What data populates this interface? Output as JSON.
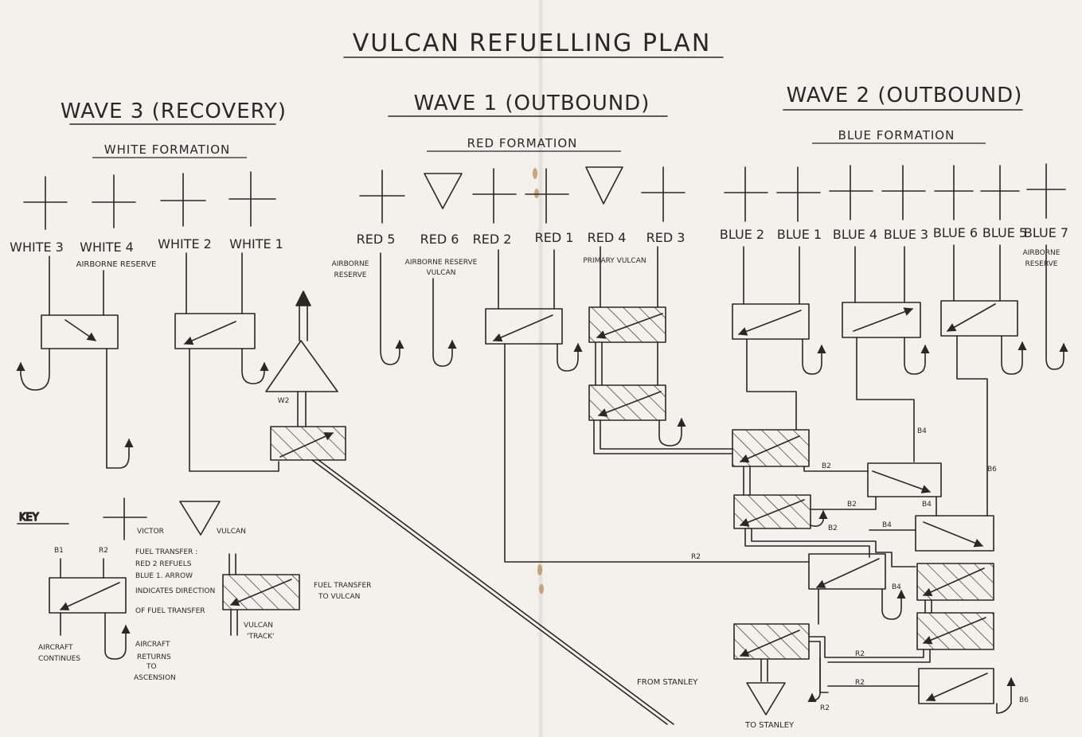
{
  "title": "VULCAN REFUELLING PLAN",
  "waves": {
    "wave3": {
      "title": "WAVE 3 (RECOVERY)",
      "formation": "WHITE FORMATION"
    },
    "wave1": {
      "title": "WAVE 1 (OUTBOUND)",
      "formation": "RED FORMATION"
    },
    "wave2": {
      "title": "WAVE 2 (OUTBOUND)",
      "formation": "BLUE FORMATION"
    }
  },
  "aircraft_labels": {
    "white3": "WHITE 3",
    "white4": "WHITE 4",
    "white2": "WHITE 2",
    "white1": "WHITE 1",
    "red5": "RED 5",
    "red6": "RED 6",
    "red2": "RED 2",
    "red1": "RED 1",
    "red4": "RED 4",
    "red3": "RED 3",
    "blue2": "BLUE 2",
    "blue1": "BLUE 1",
    "blue4": "BLUE 4",
    "blue3": "BLUE 3",
    "blue6": "BLUE 6",
    "blue5": "BLUE 5",
    "blue7": "BLUE 7"
  },
  "annotations": {
    "airborne_reserve_white": "AIRBORNE RESERVE",
    "airborne_reserve_red_1": "AIRBORNE",
    "airborne_reserve_red_2": "RESERVE",
    "airborne_reserve_vulcan_1": "AIRBORNE RESERVE",
    "airborne_reserve_vulcan_2": "VULCAN",
    "primary_vulcan": "PRIMARY VULCAN",
    "airborne_reserve_blue_1": "AIRBORNE",
    "airborne_reserve_blue_2": "RESERVE",
    "w2": "W2",
    "from_stanley": "FROM STANLEY",
    "to_stanley": "TO STANLEY"
  },
  "track_labels": {
    "r2_a": "R2",
    "b2_a": "B2",
    "b2_b": "B2",
    "b2_c": "B2",
    "b4_a": "B4",
    "b4_b": "B4",
    "b4_c": "B4",
    "b4_d": "B4",
    "b6_a": "B6",
    "b6_b": "B6",
    "r2_b": "R2",
    "r2_c": "R2",
    "r2_d": "R2"
  },
  "key": {
    "title": "KEY",
    "victor": "VICTOR",
    "vulcan": "VULCAN",
    "b1": "B1",
    "r2": "R2",
    "fuel_transfer_1": "FUEL TRANSFER :",
    "fuel_transfer_2": "RED 2 REFUELS",
    "fuel_transfer_3": "BLUE 1. ARROW",
    "fuel_transfer_4": "INDICATES DIRECTION",
    "fuel_transfer_5": "OF FUEL TRANSFER",
    "to_vulcan_1": "FUEL TRANSFER",
    "to_vulcan_2": "TO VULCAN",
    "track_1": "VULCAN",
    "track_2": "'TRACK'",
    "continues_1": "AIRCRAFT",
    "continues_2": "CONTINUES",
    "returns_1": "AIRCRAFT",
    "returns_2": "RETURNS",
    "returns_3": "TO",
    "returns_4": "ASCENSION"
  }
}
